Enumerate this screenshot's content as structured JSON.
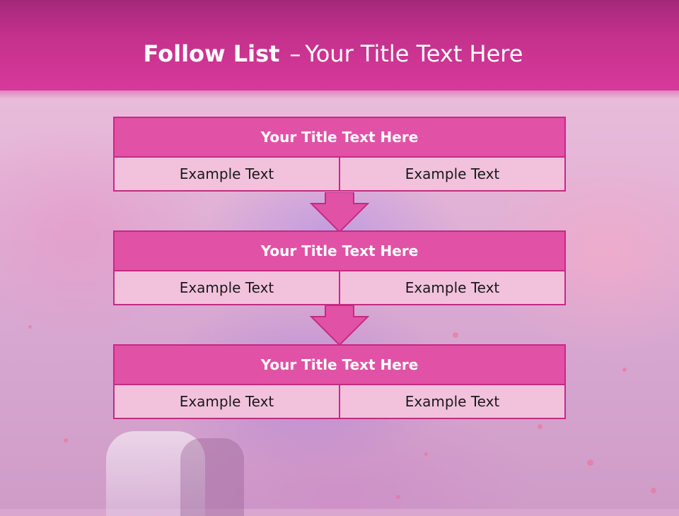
{
  "slide": {
    "title_bold": "Follow List",
    "title_dash": "–",
    "title_rest": "Your Title Text Here"
  },
  "blocks": [
    {
      "title": "Your Title Text Here",
      "left": "Example Text",
      "right": "Example Text"
    },
    {
      "title": "Your Title Text Here",
      "left": "Example Text",
      "right": "Example Text"
    },
    {
      "title": "Your Title Text Here",
      "left": "Example Text",
      "right": "Example Text"
    }
  ],
  "colors": {
    "header": "#c9338f",
    "block_title": "#e152a6",
    "cell": "#f2c2dd",
    "border": "#c42a85",
    "arrow": "#e152a6"
  },
  "icons": [
    "down-arrow-icon"
  ]
}
